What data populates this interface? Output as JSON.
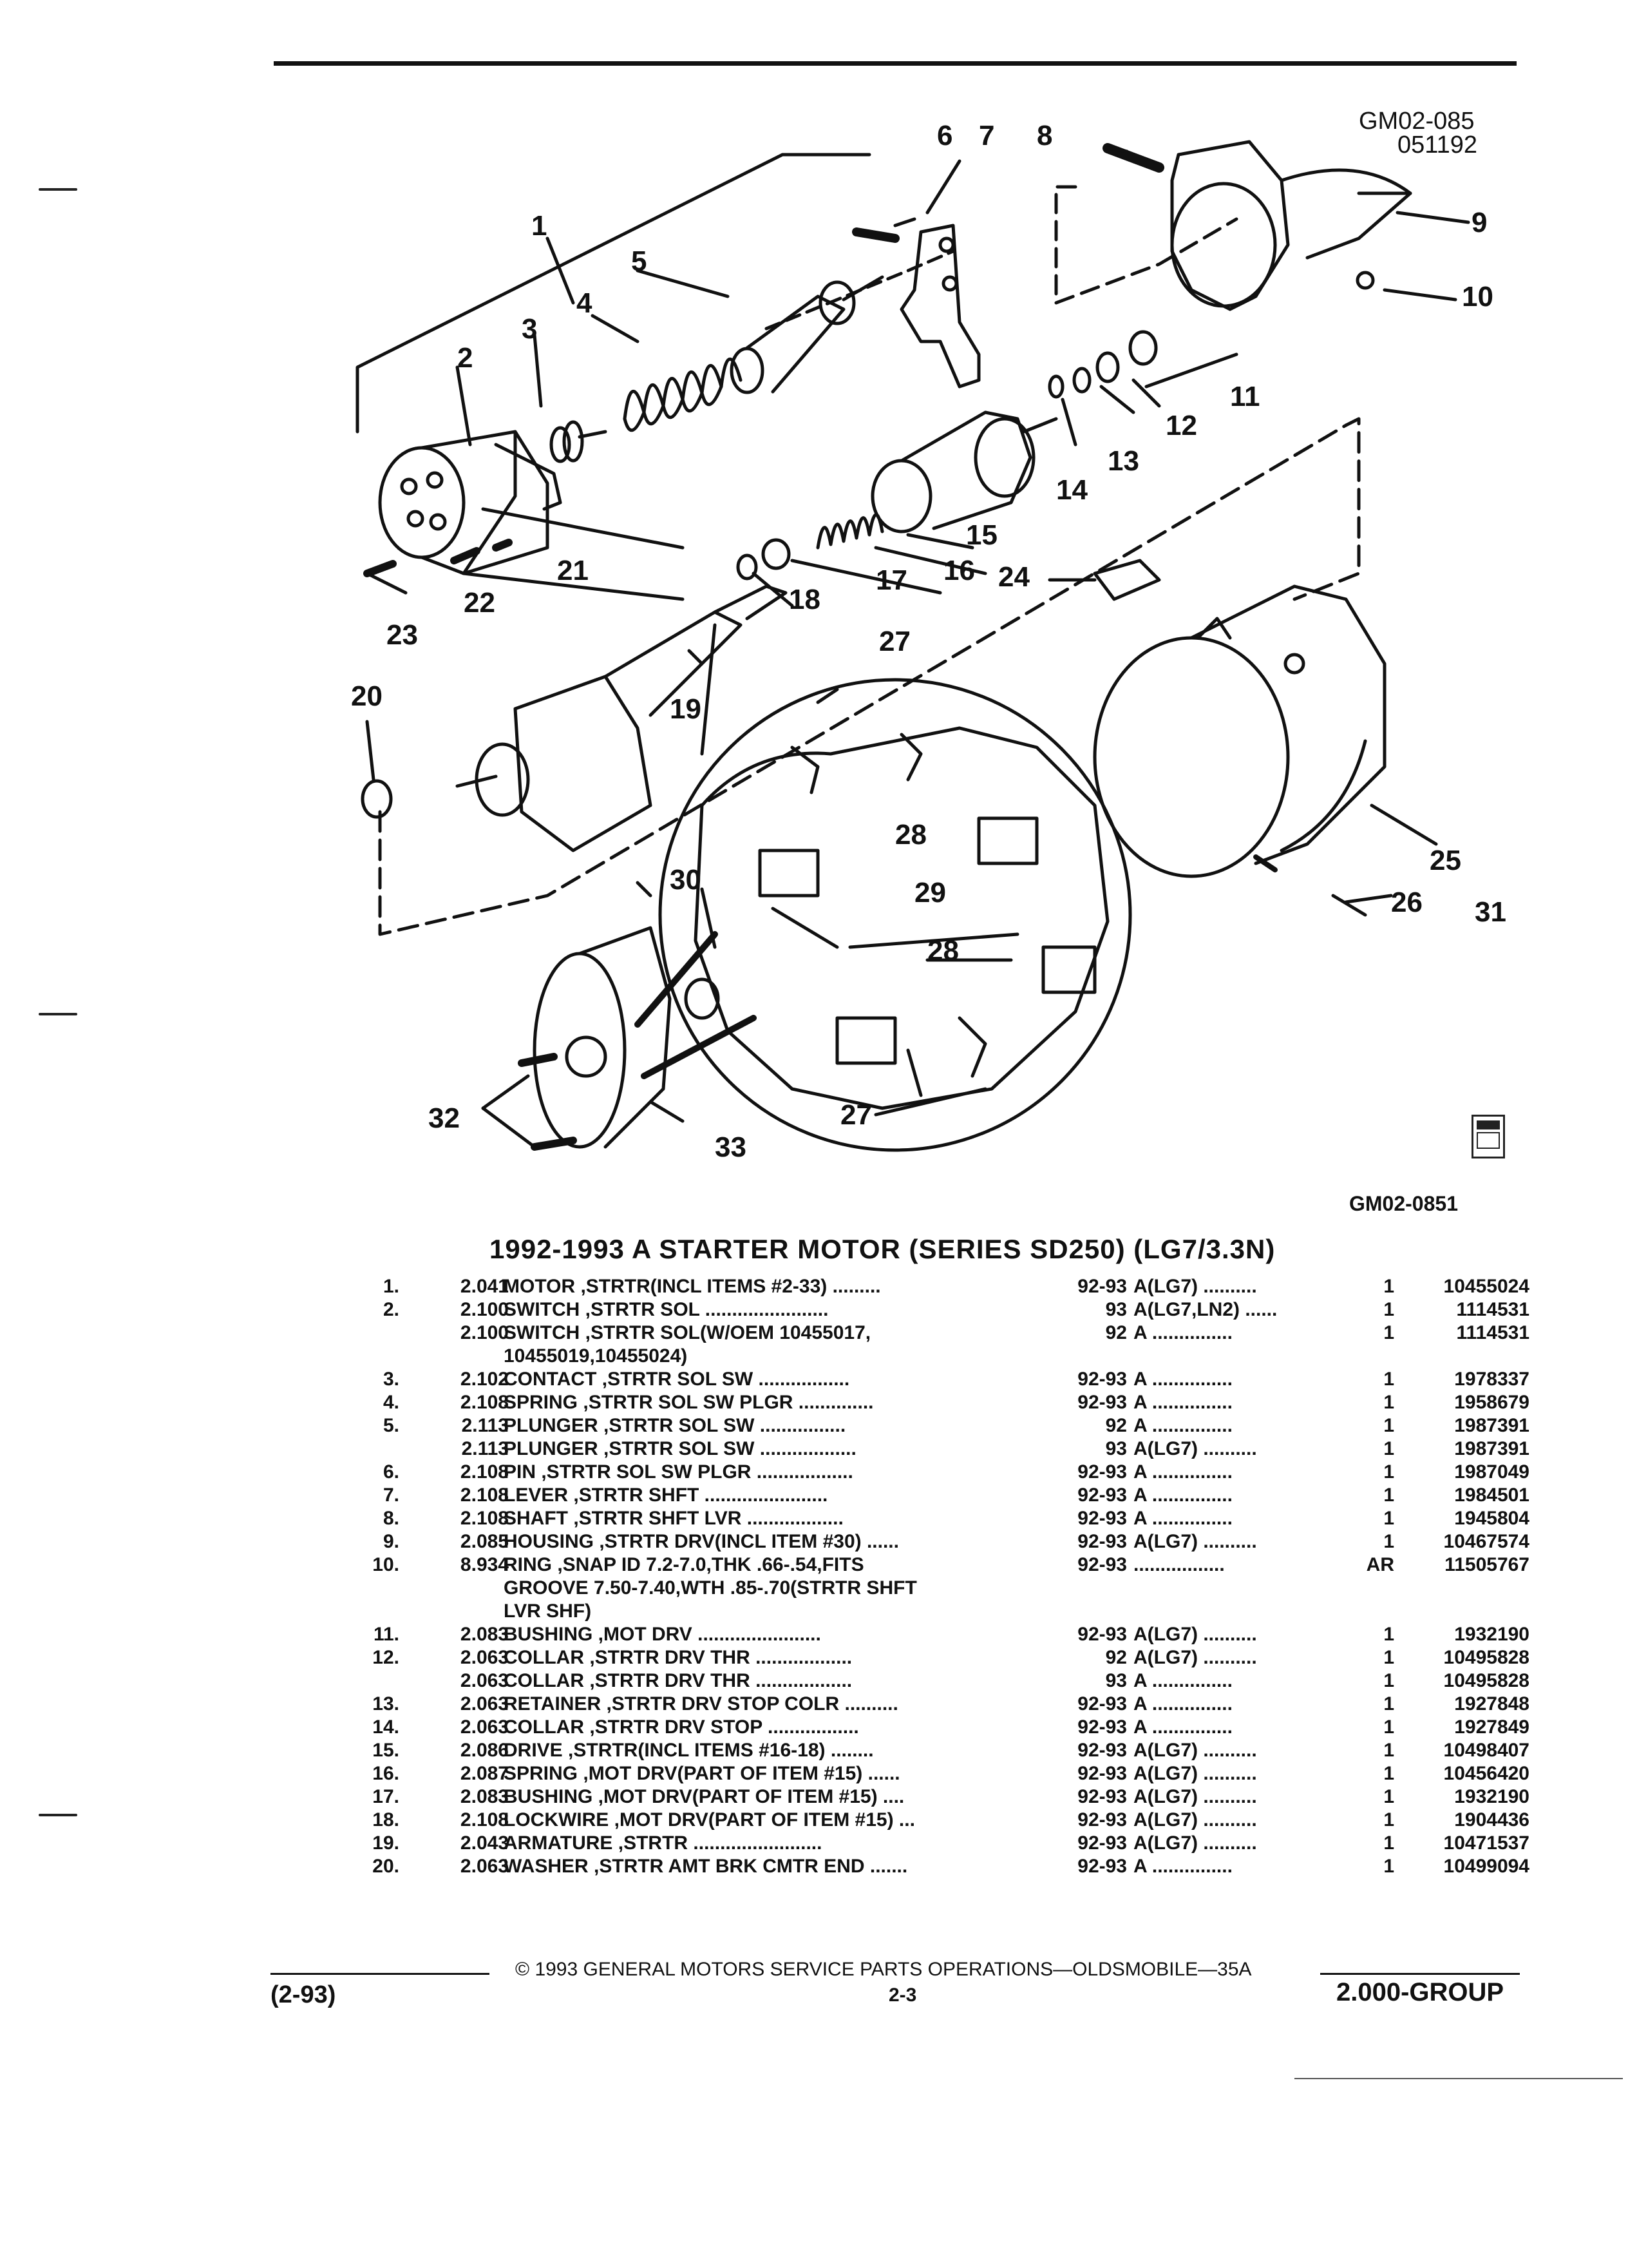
{
  "header": {
    "drawing_code_1": "GM02-085",
    "drawing_code_2": "051192",
    "figure_code": "GM02-0851"
  },
  "diagram": {
    "callouts": [
      "1",
      "2",
      "3",
      "4",
      "5",
      "6",
      "7",
      "8",
      "9",
      "10",
      "11",
      "12",
      "13",
      "14",
      "15",
      "16",
      "17",
      "18",
      "19",
      "20",
      "21",
      "22",
      "23",
      "24",
      "25",
      "26",
      "27",
      "27",
      "28",
      "28",
      "29",
      "30",
      "31",
      "32",
      "33"
    ]
  },
  "catalog": {
    "title": "1992-1993 A STARTER MOTOR (SERIES SD250) (LG7/3.3N)",
    "rows": [
      {
        "item": "1.",
        "group": "2.041",
        "desc": "MOTOR ,STRTR(INCL ITEMS #2-33) .........",
        "year": "92-93",
        "model": "A(LG7) ..........",
        "qty": "1",
        "part": "10455024"
      },
      {
        "item": "2.",
        "group": "2.100",
        "desc": "SWITCH ,STRTR SOL .......................",
        "year": "93",
        "model": "A(LG7,LN2) ......",
        "qty": "1",
        "part": "1114531"
      },
      {
        "item": "",
        "group": "2.100",
        "desc": "SWITCH ,STRTR SOL(W/OEM 10455017,",
        "year": "92",
        "model": "A ...............",
        "qty": "1",
        "part": "1114531"
      },
      {
        "item": "",
        "group": "",
        "desc": "10455019,10455024)",
        "year": "",
        "model": "",
        "qty": "",
        "part": ""
      },
      {
        "item": "3.",
        "group": "2.102",
        "desc": "CONTACT ,STRTR SOL SW .................",
        "year": "92-93",
        "model": "A ...............",
        "qty": "1",
        "part": "1978337"
      },
      {
        "item": "4.",
        "group": "2.108",
        "desc": "SPRING ,STRTR SOL SW PLGR ..............",
        "year": "92-93",
        "model": "A ...............",
        "qty": "1",
        "part": "1958679"
      },
      {
        "item": "5.",
        "group": "2.113",
        "desc": "PLUNGER ,STRTR SOL SW ................",
        "year": "92",
        "model": "A ...............",
        "qty": "1",
        "part": "1987391"
      },
      {
        "item": "",
        "group": "2.113",
        "desc": "PLUNGER ,STRTR SOL SW ..................",
        "year": "93",
        "model": "A(LG7) ..........",
        "qty": "1",
        "part": "1987391"
      },
      {
        "item": "6.",
        "group": "2.108",
        "desc": "PIN ,STRTR SOL SW PLGR ..................",
        "year": "92-93",
        "model": "A ...............",
        "qty": "1",
        "part": "1987049"
      },
      {
        "item": "7.",
        "group": "2.108",
        "desc": "LEVER ,STRTR SHFT .......................",
        "year": "92-93",
        "model": "A ...............",
        "qty": "1",
        "part": "1984501"
      },
      {
        "item": "8.",
        "group": "2.108",
        "desc": "SHAFT ,STRTR SHFT LVR ..................",
        "year": "92-93",
        "model": "A ...............",
        "qty": "1",
        "part": "1945804"
      },
      {
        "item": "9.",
        "group": "2.085",
        "desc": "HOUSING ,STRTR DRV(INCL ITEM #30) ......",
        "year": "92-93",
        "model": "A(LG7) ..........",
        "qty": "1",
        "part": "10467574"
      },
      {
        "item": "10.",
        "group": "8.934",
        "desc": "RING ,SNAP ID 7.2-7.0,THK .66-.54,FITS",
        "year": "92-93",
        "model": ".................",
        "qty": "AR",
        "part": "11505767"
      },
      {
        "item": "",
        "group": "",
        "desc": "GROOVE 7.50-7.40,WTH .85-.70(STRTR SHFT",
        "year": "",
        "model": "",
        "qty": "",
        "part": ""
      },
      {
        "item": "",
        "group": "",
        "desc": "LVR SHF)",
        "year": "",
        "model": "",
        "qty": "",
        "part": ""
      },
      {
        "item": "11.",
        "group": "2.083",
        "desc": "BUSHING ,MOT DRV .......................",
        "year": "92-93",
        "model": "A(LG7) ..........",
        "qty": "1",
        "part": "1932190"
      },
      {
        "item": "12.",
        "group": "2.063",
        "desc": "COLLAR ,STRTR DRV THR ..................",
        "year": "92",
        "model": "A(LG7) ..........",
        "qty": "1",
        "part": "10495828"
      },
      {
        "item": "",
        "group": "2.063",
        "desc": "COLLAR ,STRTR DRV THR ..................",
        "year": "93",
        "model": "A ...............",
        "qty": "1",
        "part": "10495828"
      },
      {
        "item": "13.",
        "group": "2.063",
        "desc": "RETAINER ,STRTR DRV STOP COLR ..........",
        "year": "92-93",
        "model": "A ...............",
        "qty": "1",
        "part": "1927848"
      },
      {
        "item": "14.",
        "group": "2.063",
        "desc": "COLLAR ,STRTR DRV STOP .................",
        "year": "92-93",
        "model": "A ...............",
        "qty": "1",
        "part": "1927849"
      },
      {
        "item": "15.",
        "group": "2.086",
        "desc": "DRIVE ,STRTR(INCL ITEMS #16-18) ........",
        "year": "92-93",
        "model": "A(LG7) ..........",
        "qty": "1",
        "part": "10498407"
      },
      {
        "item": "16.",
        "group": "2.087",
        "desc": "SPRING ,MOT DRV(PART OF ITEM #15) ......",
        "year": "92-93",
        "model": "A(LG7) ..........",
        "qty": "1",
        "part": "10456420"
      },
      {
        "item": "17.",
        "group": "2.083",
        "desc": "BUSHING ,MOT DRV(PART OF ITEM #15) ....",
        "year": "92-93",
        "model": "A(LG7) ..........",
        "qty": "1",
        "part": "1932190"
      },
      {
        "item": "18.",
        "group": "2.108",
        "desc": "LOCKWIRE ,MOT DRV(PART OF ITEM #15) ...",
        "year": "92-93",
        "model": "A(LG7) ..........",
        "qty": "1",
        "part": "1904436"
      },
      {
        "item": "19.",
        "group": "2.043",
        "desc": "ARMATURE ,STRTR ........................",
        "year": "92-93",
        "model": "A(LG7) ..........",
        "qty": "1",
        "part": "10471537"
      },
      {
        "item": "20.",
        "group": "2.063",
        "desc": "WASHER ,STRTR AMT BRK CMTR END .......",
        "year": "92-93",
        "model": "A ...............",
        "qty": "1",
        "part": "10499094"
      }
    ]
  },
  "footer": {
    "copyright": "© 1993 GENERAL MOTORS SERVICE PARTS OPERATIONS—OLDSMOBILE—35A",
    "date": "(2-93)",
    "page": "2-3",
    "group": "2.000-GROUP"
  }
}
